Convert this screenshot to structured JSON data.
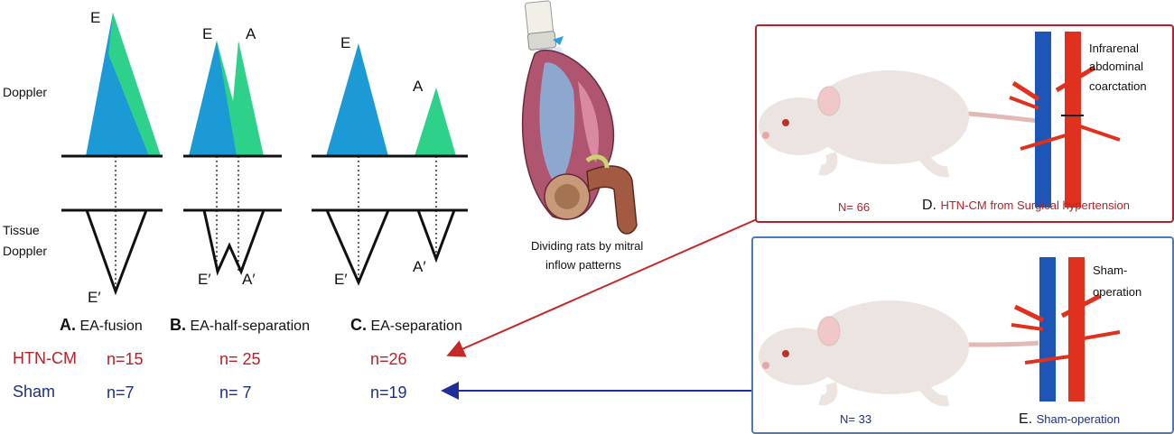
{
  "labels": {
    "doppler": "Doppler",
    "tissue_doppler_line1": "Tissue",
    "tissue_doppler_line2": "Doppler"
  },
  "peaks": {
    "a": {
      "e": "E",
      "ep": "E′"
    },
    "b": {
      "e": "E",
      "a": "A",
      "ep": "E′",
      "ap": "A′"
    },
    "c": {
      "e": "E",
      "a": "A",
      "ep": "E′",
      "ap": "A′"
    }
  },
  "patterns": [
    {
      "letter": "A.",
      "name": "EA-fusion",
      "htn": "n=15",
      "sham": "n=7"
    },
    {
      "letter": "B.",
      "name": "EA-half-separation",
      "htn": "n= 25",
      "sham": "n= 7"
    },
    {
      "letter": "C.",
      "name": "EA-separation",
      "htn": "n=26",
      "sham": "n=19"
    }
  ],
  "groups": {
    "htn": "HTN-CM",
    "sham": "Sham"
  },
  "heart_caption": {
    "line1": "Dividing rats by mitral",
    "line2": "inflow patterns"
  },
  "panel_d": {
    "label_line1": "Infrarenal",
    "label_line2": "abdominal",
    "label_line3": "coarctation",
    "n": "N= 66",
    "letter": "D.",
    "title": "HTN-CM from Surgical hypertension"
  },
  "panel_e": {
    "label_line1": "Sham-",
    "label_line2": "operation",
    "n": "N= 33",
    "letter": "E.",
    "title": "Sham-operation"
  },
  "colors": {
    "blue_wave": "#1b9ad6",
    "green_wave": "#2ed18a",
    "htn_red": "#b3232b",
    "sham_blue": "#1f2f86",
    "vein": "#1e56b8",
    "artery": "#e0301e",
    "rat": "#ece4e1"
  }
}
